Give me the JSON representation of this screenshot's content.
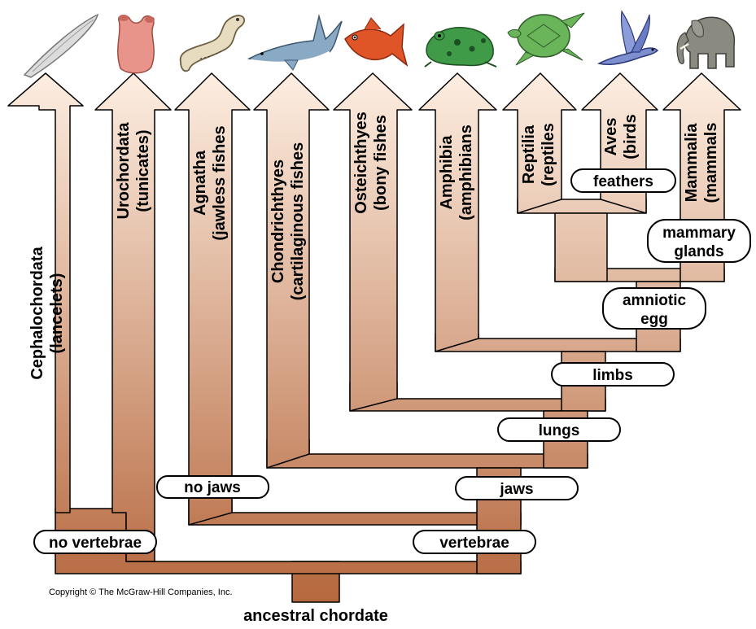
{
  "colors": {
    "tree_dark": "#b5673d",
    "tree_light": "#fcecdf",
    "outline": "#000000"
  },
  "taxa": [
    {
      "id": "cephalochordata",
      "name": "Cephalochordata",
      "common": "(lancelets)",
      "icon": "lancelet-icon"
    },
    {
      "id": "urochordata",
      "name": "Urochordata",
      "common": "(tunicates)",
      "icon": "tunicate-icon"
    },
    {
      "id": "agnatha",
      "name": "Agnatha",
      "common": "(jawless fishes",
      "icon": "lamprey-icon"
    },
    {
      "id": "chondrichthyes",
      "name": "Chondrichthyes",
      "common": "(cartilaginous fishes",
      "icon": "shark-icon"
    },
    {
      "id": "osteichthyes",
      "name": "Osteichthyes",
      "common": "(bony fishes",
      "icon": "bony-fish-icon"
    },
    {
      "id": "amphibia",
      "name": "Amphibia",
      "common": "(amphibians",
      "icon": "frog-icon"
    },
    {
      "id": "reptilia",
      "name": "Reptilia",
      "common": "(reptiles",
      "icon": "turtle-icon"
    },
    {
      "id": "aves",
      "name": "Aves",
      "common": "(birds",
      "icon": "bird-icon"
    },
    {
      "id": "mammalia",
      "name": "Mammalia",
      "common": "(mammals",
      "icon": "elephant-icon"
    }
  ],
  "traits": {
    "no_vertebrae": "no vertebrae",
    "no_jaws": "no jaws",
    "vertebrae": "vertebrae",
    "jaws": "jaws",
    "lungs": "lungs",
    "limbs": "limbs",
    "amniotic_egg_1": "amniotic",
    "amniotic_egg_2": "egg",
    "feathers": "feathers",
    "mammary_glands_1": "mammary",
    "mammary_glands_2": "glands"
  },
  "copyright": "Copyright © The McGraw-Hill Companies, Inc.",
  "root_label": "ancestral chordate"
}
